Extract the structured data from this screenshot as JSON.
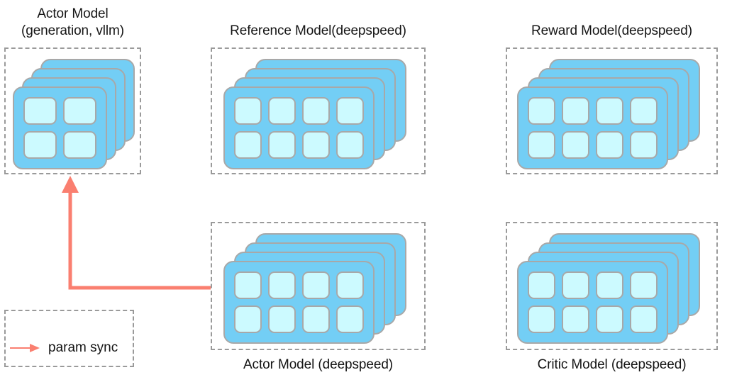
{
  "diagram": {
    "title_colors": {
      "card_blue": "#73cef5",
      "tile_cyan": "#ccfaff",
      "card_border": "#a8a8a8",
      "dashed_border": "#9a9a9a",
      "arrow_color": "#fa7f70",
      "background": "#ffffff",
      "text": "#151515"
    },
    "groups": [
      {
        "id": "actor-vllm",
        "caption": "Actor Model\n(generation, vllm)",
        "caption_position": "top",
        "stack_layers": 4,
        "tile_columns": 2,
        "tile_rows": 2,
        "tile_count": 4
      },
      {
        "id": "reference",
        "caption": "Reference Model(deepspeed)",
        "caption_position": "top",
        "stack_layers": 4,
        "tile_columns": 4,
        "tile_rows": 2,
        "tile_count": 8
      },
      {
        "id": "reward",
        "caption": "Reward Model(deepspeed)",
        "caption_position": "top",
        "stack_layers": 4,
        "tile_columns": 4,
        "tile_rows": 2,
        "tile_count": 8
      },
      {
        "id": "actor-deepspeed",
        "caption": "Actor Model (deepspeed)",
        "caption_position": "bottom",
        "stack_layers": 4,
        "tile_columns": 4,
        "tile_rows": 2,
        "tile_count": 8
      },
      {
        "id": "critic",
        "caption": "Critic Model (deepspeed)",
        "caption_position": "bottom",
        "stack_layers": 4,
        "tile_columns": 4,
        "tile_rows": 2,
        "tile_count": 8
      }
    ],
    "connector": {
      "id": "param-sync-arrow",
      "from": "actor-deepspeed",
      "to": "actor-vllm",
      "style": "elbow",
      "direction": "right-to-left-then-up",
      "color": "#fa7f70"
    },
    "legend": {
      "label": "param sync",
      "arrow_color": "#fa7f70"
    }
  }
}
